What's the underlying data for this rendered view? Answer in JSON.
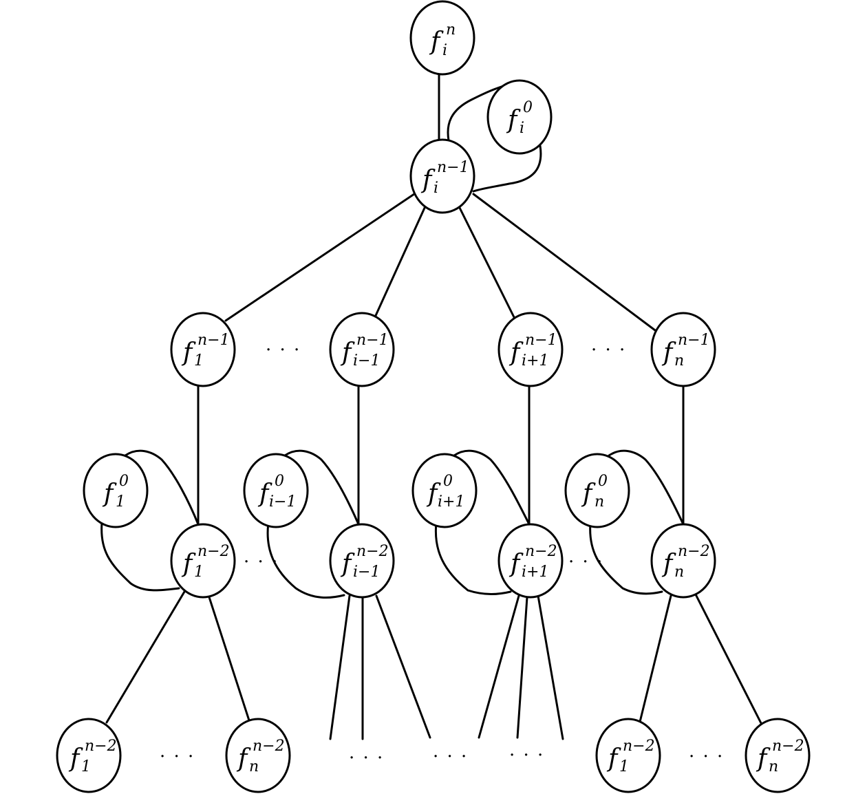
{
  "nodes": {
    "root": {
      "base": "f",
      "sup": "n",
      "sub": "i"
    },
    "fi0": {
      "base": "f",
      "sup": "0",
      "sub": "i"
    },
    "fin1": {
      "base": "f",
      "sup": "n−1",
      "sub": "i"
    },
    "f1n1": {
      "base": "f",
      "sup": "n−1",
      "sub": "1"
    },
    "fim1n1": {
      "base": "f",
      "sup": "n−1",
      "sub": "i−1"
    },
    "fip1n1": {
      "base": "f",
      "sup": "n−1",
      "sub": "i+1"
    },
    "fnn1": {
      "base": "f",
      "sup": "n−1",
      "sub": "n"
    },
    "f10": {
      "base": "f",
      "sup": "0",
      "sub": "1"
    },
    "fim10": {
      "base": "f",
      "sup": "0",
      "sub": "i−1"
    },
    "fip10": {
      "base": "f",
      "sup": "0",
      "sub": "i+1"
    },
    "fn0": {
      "base": "f",
      "sup": "0",
      "sub": "n"
    },
    "f1n2": {
      "base": "f",
      "sup": "n−2",
      "sub": "1"
    },
    "fim1n2": {
      "base": "f",
      "sup": "n−2",
      "sub": "i−1"
    },
    "fip1n2": {
      "base": "f",
      "sup": "n−2",
      "sub": "i+1"
    },
    "fnn2": {
      "base": "f",
      "sup": "n−2",
      "sub": "n"
    },
    "leaf1": {
      "base": "f",
      "sup": "n−2",
      "sub": "1"
    },
    "leaf2": {
      "base": "f",
      "sup": "n−2",
      "sub": "n"
    },
    "leaf3": {
      "base": "f",
      "sup": "n−2",
      "sub": "1"
    },
    "leaf4": {
      "base": "f",
      "sup": "n−2",
      "sub": "n"
    }
  },
  "ellipsis": "· · ·"
}
